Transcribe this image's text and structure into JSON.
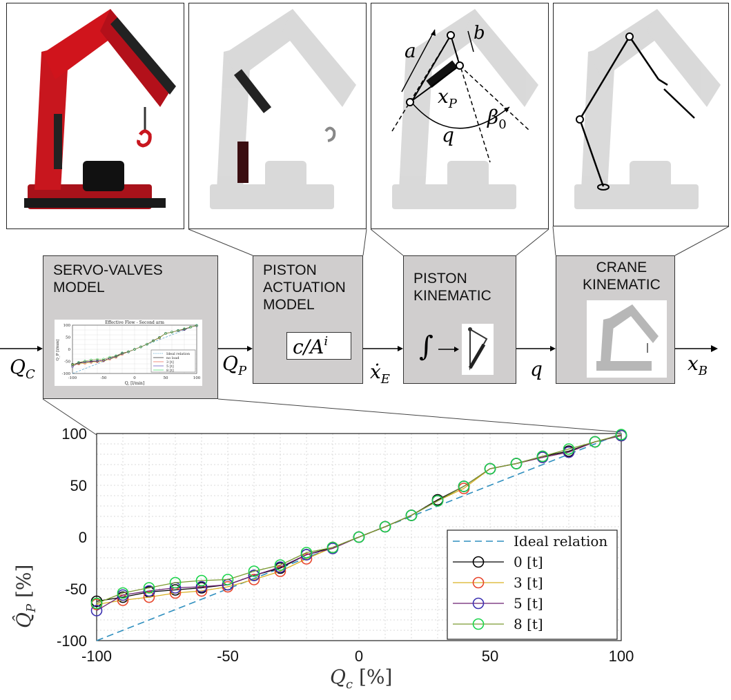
{
  "panels": {
    "kinematic_labels": {
      "a": "a",
      "b": "b",
      "xp": "x",
      "xp_sub": "P",
      "q": "q",
      "beta": "β",
      "beta_sub": "0"
    }
  },
  "blocks": {
    "servo": {
      "title": "SERVO-VALVES\nMODEL"
    },
    "piston_actuation": {
      "title": "PISTON\nACTUATION\nMODEL",
      "expr": "c/A",
      "expr_sup": "i"
    },
    "piston_kinematic": {
      "title": "PISTON\nKINEMATIC",
      "integral": "∫"
    },
    "crane_kinematic": {
      "title": "CRANE\nKINEMATIC"
    }
  },
  "signals": {
    "qc": {
      "main": "Q",
      "sub": "C"
    },
    "qp": {
      "main": "Q",
      "sub": "P"
    },
    "xe": {
      "main": "ẋ",
      "sub": "E"
    },
    "q": {
      "main": "q"
    },
    "xb": {
      "main": "x",
      "sub": "B"
    }
  },
  "thumbnail": {
    "title": "Effective Flow - Second arm",
    "xlabel": "Q, [l/min]",
    "ylabel": "Q_P [l/min]",
    "legend": [
      "Ideal relation",
      "no load",
      "3 [t]",
      "5 [t]",
      "8 [t]"
    ],
    "xticks": [
      "-100",
      "-50",
      "0",
      "50",
      "100"
    ],
    "yticks": [
      "100",
      "50",
      "0",
      "-50",
      "-100"
    ]
  },
  "chart_data": {
    "type": "line",
    "xlabel_main": "Q",
    "xlabel_sub": "c",
    "xlabel_unit": "[%]",
    "ylabel_main": "Q̂",
    "ylabel_sub": "P",
    "ylabel_unit": "[%]",
    "xlim": [
      -100,
      100
    ],
    "ylim": [
      -100,
      100
    ],
    "xticks": [
      -100,
      -50,
      0,
      50,
      100
    ],
    "yticks": [
      100,
      50,
      0,
      -50,
      -100
    ],
    "grid": true,
    "legend_position": "bottom-right",
    "x": [
      -100,
      -90,
      -80,
      -70,
      -60,
      -50,
      -40,
      -30,
      -20,
      -10,
      0,
      10,
      20,
      30,
      40,
      50,
      60,
      70,
      80,
      90,
      100
    ],
    "ideal": {
      "name": "Ideal relation",
      "color": "#2f8fbf",
      "points": [
        [
          -100,
          -100
        ],
        [
          100,
          100
        ]
      ]
    },
    "series": [
      {
        "name": "0 [t]",
        "color": "#000000",
        "values": [
          -62,
          -58,
          -53,
          -51,
          -49,
          -46,
          -37,
          -30,
          -17,
          -10,
          0,
          10,
          21,
          36,
          49,
          66,
          71,
          78,
          83,
          92,
          98
        ]
      },
      {
        "name": "3 [t]",
        "color": "#e8442a",
        "values": [
          -65,
          -61,
          -58,
          -54,
          -52,
          -48,
          -41,
          -33,
          -21,
          -10,
          0,
          10,
          21,
          35,
          47,
          66,
          71,
          77,
          82,
          92,
          98
        ]
      },
      {
        "name": "5 [t]",
        "color": "#3a2fb0",
        "values": [
          -71,
          -56,
          -52,
          -49,
          -48,
          -46,
          -37,
          -29,
          -17,
          -11,
          0,
          10,
          21,
          35,
          49,
          66,
          71,
          77,
          82,
          92,
          98
        ]
      },
      {
        "name": "8 [t]",
        "color": "#19d44a",
        "values": [
          -64,
          -54,
          -49,
          -44,
          -42,
          -41,
          -33,
          -27,
          -15,
          -10,
          0,
          10,
          21,
          35,
          49,
          66,
          71,
          78,
          85,
          92,
          99
        ]
      }
    ],
    "line_colors": {
      "3 [t]": "#d9b020",
      "5 [t]": "#6a1f70",
      "8 [t]": "#7a9a30"
    }
  }
}
